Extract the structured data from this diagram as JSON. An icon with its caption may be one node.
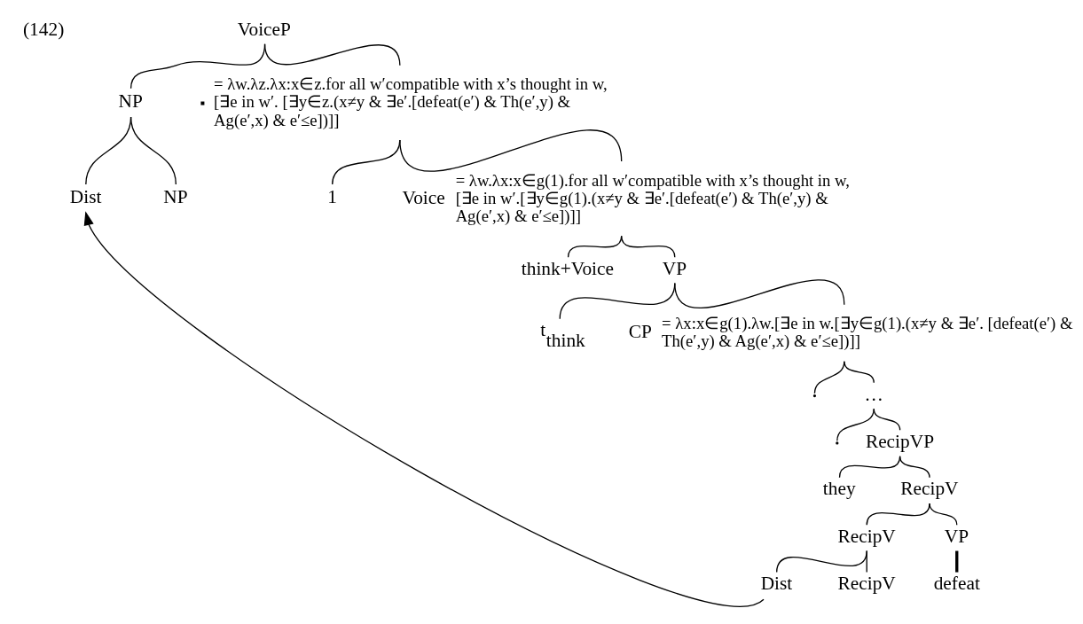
{
  "diagram": {
    "nodes": [
      {
        "text": [
          "VoiceP"
        ]
      },
      {
        "text": [
          "NP"
        ]
      },
      {
        "text": [],
        "shape": "point",
        "beside": [
          "= λw.λz.λx:x∈z.for all w′compatible with x’s thought in w, [∃e in w′. [∃y∈z.(x≠y & ∃e′.[defeat(e′) & Th(e′,y) & Ag(e′,x) & e′≤e])]]"
        ]
      },
      {
        "text": [
          "Dist"
        ]
      },
      {
        "text": [
          "NP"
        ]
      },
      {
        "text": [
          "1"
        ]
      },
      {
        "text": [
          "Voice"
        ],
        "beside": [
          "= λw.λx:x∈g(1).for all w′compatible with x’s thought in w, [∃e in w′.[∃y∈g(1).(x≠y & ∃e′.[defeat(e′) & Th(e′,y) & Ag(e′,x) & e′≤e])]]"
        ]
      },
      {
        "text": [
          "think+Voice"
        ]
      },
      {
        "text": [
          "VP"
        ]
      },
      {
        "text": [
          "t$_{think}$"
        ]
      },
      {
        "text": [
          "CP"
        ],
        "beside": [
          "= λx:x∈g(1).λw.[∃e in w.[∃y∈g(1).(x≠y & ∃e′. [defeat(e′) & Th(e′,y) & Ag(e′,x) & e′≤e])]]"
        ]
      },
      {
        "text": [],
        "shape": "point"
      },
      {
        "text": [
          "…"
        ]
      },
      {
        "text": [],
        "shape": "point"
      },
      {
        "text": [
          "RecipVP"
        ]
      },
      {
        "text": [
          "they"
        ]
      },
      {
        "text": [
          "RecipV"
        ]
      },
      {
        "text": [
          "RecipV"
        ]
      },
      {
        "text": [
          "VP"
        ]
      },
      {
        "text": [
          "Dist"
        ]
      },
      {
        "text": [
          "RecipV"
        ]
      },
      {
        "text": [
          "defeat"
        ]
      }
    ],
    "edges": [
      {
        "from": 0,
        "to": 1,
        "arrow": "none"
      },
      {
        "from": 0,
        "to": 2,
        "arrow": "none"
      },
      {
        "from": 1,
        "to": 3,
        "arrow": "none"
      },
      {
        "from": 1,
        "to": 4,
        "arrow": "none"
      },
      {
        "from": 2,
        "to": 5,
        "arrow": "none"
      },
      {
        "from": 2,
        "to": 6,
        "arrow": "none"
      },
      {
        "from": 6,
        "to": 7,
        "arrow": "none"
      },
      {
        "from": 6,
        "to": 8,
        "arrow": "none"
      },
      {
        "from": 8,
        "to": 9,
        "arrow": "none"
      },
      {
        "from": 8,
        "to": 10,
        "arrow": "none"
      },
      {
        "from": 10,
        "to": 11,
        "arrow": "none"
      },
      {
        "from": 10,
        "to": 12,
        "arrow": "none"
      },
      {
        "from": 12,
        "to": 13,
        "arrow": "none"
      },
      {
        "from": 12,
        "to": 14,
        "arrow": "none"
      },
      {
        "from": 14,
        "to": 15,
        "arrow": "none"
      },
      {
        "from": 14,
        "to": 16,
        "arrow": "none"
      },
      {
        "from": 16,
        "to": 17,
        "arrow": "none"
      },
      {
        "from": 16,
        "to": 18,
        "arrow": "none"
      },
      {
        "from": 17,
        "to": 19,
        "arrow": "none"
      },
      {
        "from": 17,
        "to": 20,
        "arrow": "none"
      },
      {
        "from": 18,
        "to": 21,
        "arrow": "none",
        "style": "thick"
      },
      {
        "from": 19,
        "to": 3,
        "arrow": "to"
      }
    ],
    "labels": [
      "(142)"
    ]
  }
}
